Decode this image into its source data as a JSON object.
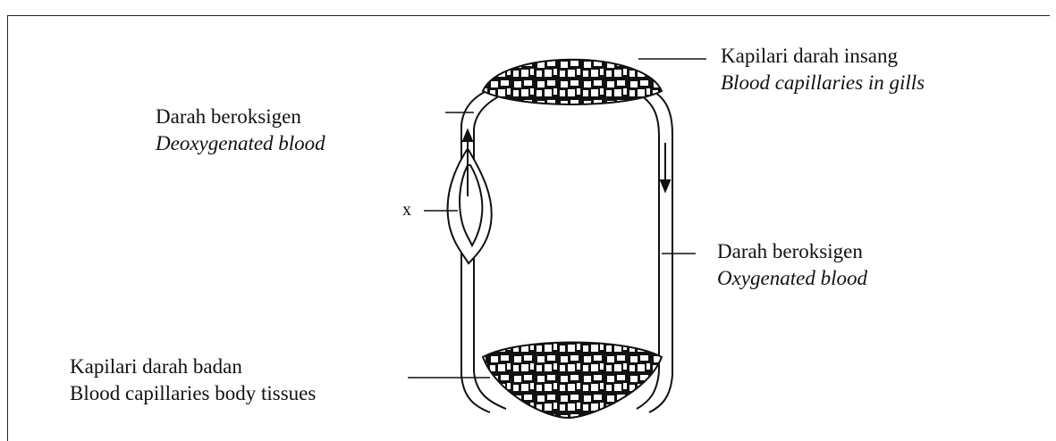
{
  "labels": {
    "gill_capillaries": {
      "line1": "Kapilari darah insang",
      "line2": "Blood capillaries in gills"
    },
    "deoxygenated": {
      "line1": "Darah beroksigen",
      "line2": "Deoxygenated blood"
    },
    "oxygenated": {
      "line1": "Darah beroksigen",
      "line2": "Oxygenated blood"
    },
    "body_capillaries": {
      "line1": "Kapilari darah badan",
      "line2": "Blood capillaries body tissues"
    },
    "heart": "x"
  }
}
